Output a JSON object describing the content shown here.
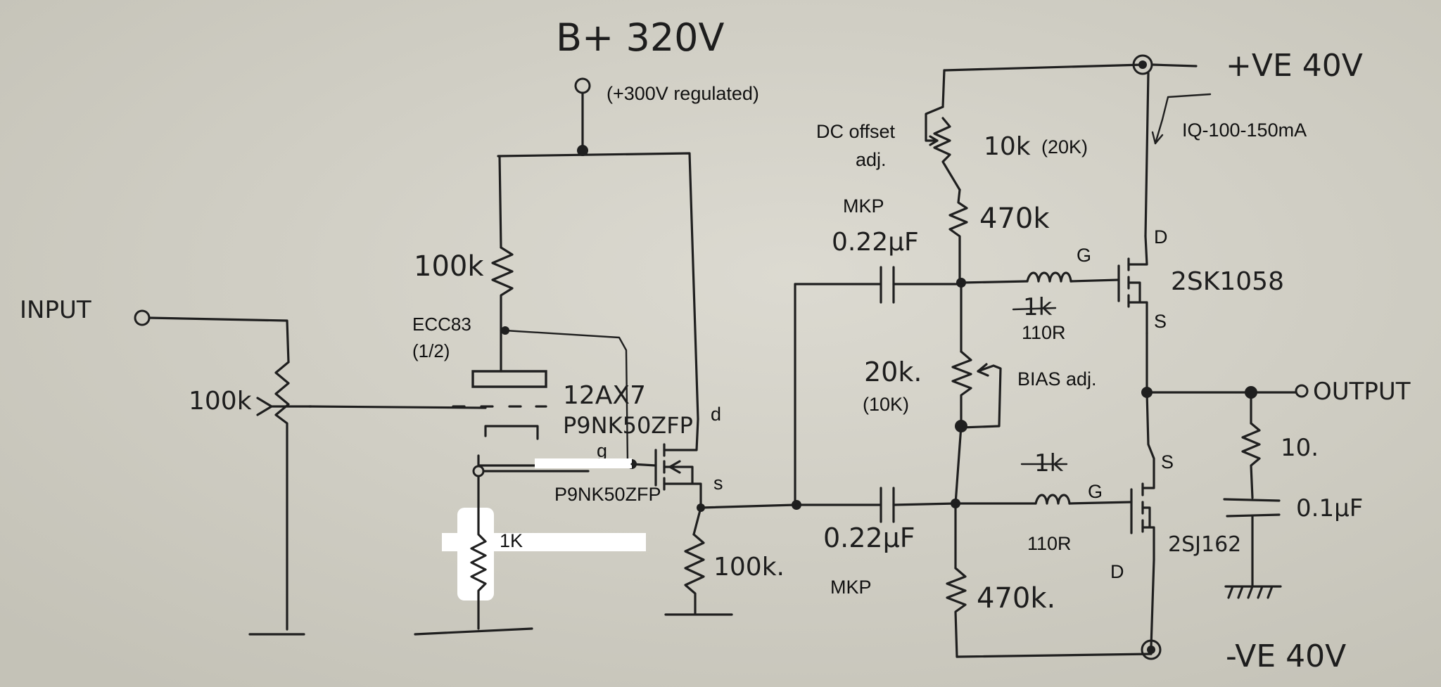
{
  "supply": {
    "bplus_handwritten": "B+ 320V",
    "bplus_typed": "(+300V regulated)",
    "pos_rail": "+VE 40V",
    "neg_rail": "-VE 40V",
    "iq": "IQ-100-150mA"
  },
  "input": {
    "label": "INPUT",
    "pot_value": "100k"
  },
  "tube": {
    "plate_resistor": "100k",
    "type_typed": "ECC83",
    "type_typed_sub": "(1/2)",
    "type_handwritten": "12AX7",
    "cathode_resistor": "1K"
  },
  "mosfet_follower": {
    "handwritten_part": "P9NK50ZFP",
    "typed_part": "P9NK50ZFP",
    "pin_d": "d",
    "pin_g": "g",
    "pin_s": "s",
    "source_resistor": "100k."
  },
  "bias_network": {
    "dc_offset_label_1": "DC offset",
    "dc_offset_label_2": "adj.",
    "top_pot_value": "10k",
    "top_pot_alt": "(20K)",
    "top_resistor": "470k",
    "cap_top_type": "MKP",
    "cap_top_value": "0.22µF",
    "bias_pot_value": "20k.",
    "bias_pot_alt": "(10K)",
    "bias_label": "BIAS adj.",
    "cap_bottom_value": "0.22µF",
    "cap_bottom_type": "MKP",
    "bottom_resistor": "470k."
  },
  "output_stage": {
    "top_gate_struck": "1k",
    "top_gate_resistor": "110R",
    "bottom_gate_struck": "1k",
    "bottom_gate_resistor": "110R",
    "top_device": "2SK1058",
    "bottom_device": "2SJ162",
    "top_pin_g": "G",
    "top_pin_d": "D",
    "top_pin_s": "S",
    "bottom_pin_g": "G",
    "bottom_pin_d": "D",
    "bottom_pin_s": "S",
    "output_label": "OUTPUT",
    "zobel_resistor": "10.",
    "zobel_cap": "0.1µF"
  }
}
